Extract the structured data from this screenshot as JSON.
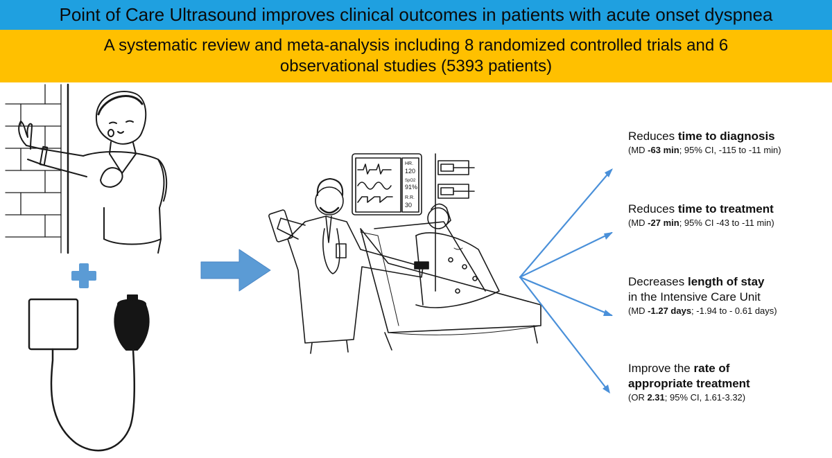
{
  "header": {
    "title": "Point of Care Ultrasound improves clinical outcomes in patients with acute onset dyspnea",
    "subtitle": "A systematic review and meta-analysis including 8 randomized controlled trials and 6 observational studies (5393 patients)"
  },
  "illustration": {
    "monitor": {
      "hr_label": "HR.",
      "hr_value": "120",
      "spo2_label": "SpO2",
      "spo2_value": "91%",
      "rr_label": "R.R.",
      "rr_value": "30"
    }
  },
  "findings": [
    {
      "prefix": "Reduces ",
      "emph": "time to diagnosis",
      "line2": "",
      "stat_pre": "(MD ",
      "stat_bold": "-63 min",
      "stat_post": "; 95% CI, -115 to -11 min)"
    },
    {
      "prefix": "Reduces ",
      "emph": "time to treatment",
      "line2": "",
      "stat_pre": "(MD ",
      "stat_bold": "-27 min",
      "stat_post": "; 95% CI -43 to -11 min)"
    },
    {
      "prefix": "Decreases ",
      "emph": "length of stay",
      "line2": "in the Intensive Care Unit",
      "stat_pre": "(MD ",
      "stat_bold": "-1.27 days",
      "stat_post": "; -1.94 to - 0.61 days)"
    },
    {
      "prefix": "Improve the ",
      "emph": "rate of",
      "line2": "appropriate treatment",
      "stat_pre": "(OR ",
      "stat_bold": "2.31",
      "stat_post": "; 95% CI, 1.61-3.32)"
    }
  ],
  "colors": {
    "title_bg": "#1fa0e0",
    "subtitle_bg": "#ffc000",
    "plus": "#5b9bd5",
    "arrow": "#5b9bd5",
    "branch_line": "#4a90d9"
  }
}
